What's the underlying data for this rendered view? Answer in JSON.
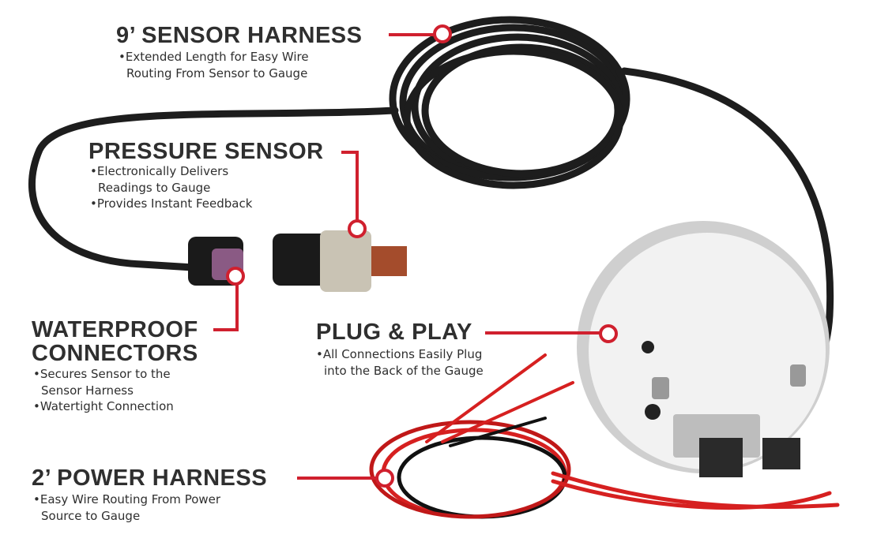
{
  "callouts": {
    "sensor_harness": {
      "title": "9’ SENSOR HARNESS",
      "bullets": [
        "•Extended Length for Easy Wire",
        "Routing From Sensor to Gauge"
      ]
    },
    "pressure_sensor": {
      "title": "PRESSURE SENSOR",
      "bullets": [
        "•Electronically Delivers",
        "Readings to Gauge",
        "•Provides Instant Feedback"
      ]
    },
    "waterproof_connectors": {
      "title_line1": "WATERPROOF",
      "title_line2": "CONNECTORS",
      "bullets": [
        "•Secures Sensor to the",
        "Sensor Harness",
        "•Watertight Connection"
      ]
    },
    "plug_and_play": {
      "title": "PLUG & PLAY",
      "bullets": [
        "•All Connections Easily Plug",
        "into the Back of the Gauge"
      ]
    },
    "power_harness": {
      "title": "2’ POWER HARNESS",
      "bullets": [
        "•Easy Wire Routing From Power",
        "Source to Gauge"
      ]
    }
  },
  "colors": {
    "accent": "#d0202e",
    "text": "#2f2f2f",
    "cable": "#1c1c1c"
  }
}
